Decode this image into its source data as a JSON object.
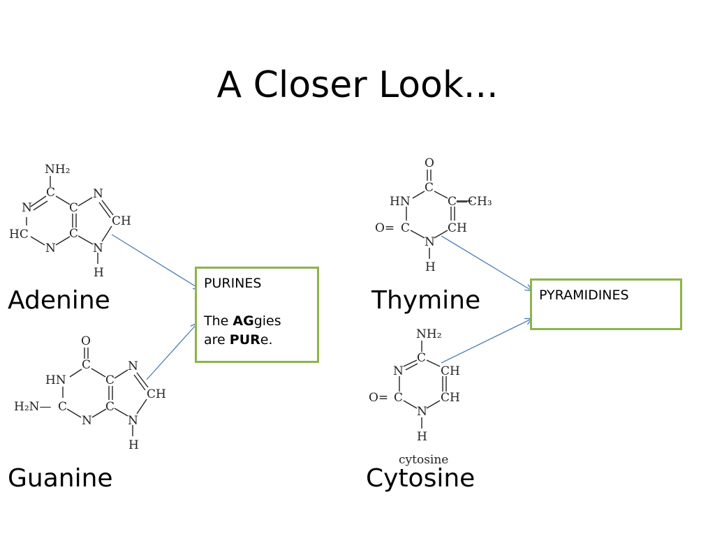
{
  "slide": {
    "title": "A Closer Look...",
    "labels": {
      "adenine": "Adenine",
      "guanine": "Guanine",
      "thymine": "Thymine",
      "cytosine": "Cytosine"
    },
    "purines_box": {
      "heading": "PURINES",
      "line1_prefix": "The ",
      "line1_bold": "AG",
      "line1_suffix": "gies",
      "line2_prefix": "are ",
      "line2_bold": "PUR",
      "line2_suffix": "e."
    },
    "pyramidines_box": {
      "heading": "PYRAMIDINES"
    },
    "cytosine_caption": "cytosine"
  },
  "colors": {
    "adenine_fill": "#a8d5b5",
    "guanine_fill": "#f8c98e",
    "thymine_fill": "#e2f0cf",
    "cytosine_fill": "#fde9bd",
    "box_border": "#8db34a",
    "arrow": "#4a7fb5"
  },
  "molecules": {
    "adenine": {
      "nh2": "NH₂",
      "c": "C",
      "n": "N",
      "ch": "CH",
      "hc": "HC",
      "h": "H"
    },
    "guanine": {
      "o": "O",
      "c": "C",
      "n": "N",
      "hn": "HN",
      "ch": "CH",
      "h2n": "H₂N—",
      "h": "H"
    },
    "thymine": {
      "o": "O",
      "c": "C",
      "hn": "HN",
      "ch3": "—CH₃",
      "oc": "O=",
      "ch": "CH",
      "n": "N",
      "h": "H"
    },
    "cytosine": {
      "nh2": "NH₂",
      "c": "C",
      "n": "N",
      "ch": "CH",
      "oc": "O=",
      "h": "H"
    }
  }
}
